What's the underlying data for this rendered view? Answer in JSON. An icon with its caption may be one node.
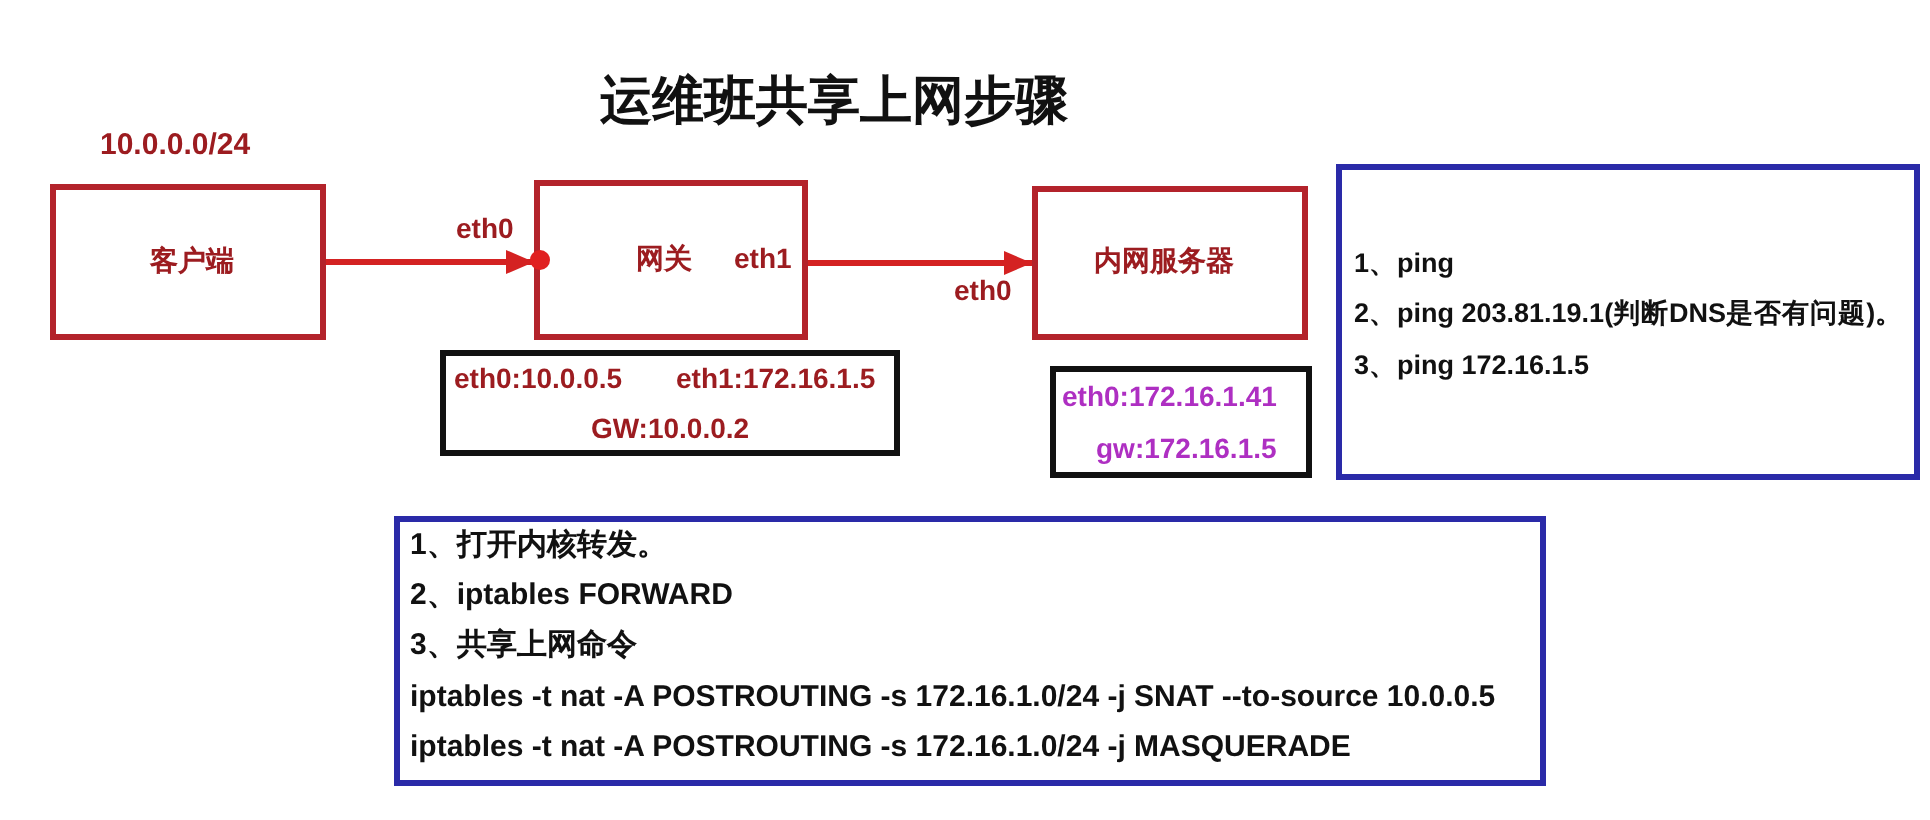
{
  "diagram": {
    "title": "运维班共享上网步骤",
    "nodes": [
      {
        "text": [
          "客户端"
        ],
        "beside": [
          "10.0.0.0/24"
        ]
      },
      {
        "text": [
          "网关",
          "eth1"
        ],
        "beside": [
          "eth0"
        ]
      },
      {
        "text": [
          "内网服务器"
        ],
        "beside": [
          "eth0"
        ]
      },
      {
        "text": [
          "1、ping",
          "2、ping 203.81.19.1(判断DNS是否有问题)。",
          "3、ping 172.16.1.5"
        ]
      },
      {
        "text": [
          "eth0:10.0.0.5",
          "eth1:172.16.1.5",
          "GW:10.0.0.2"
        ]
      },
      {
        "text": [
          "eth0:172.16.1.41",
          "gw:172.16.1.5"
        ]
      },
      {
        "text": [
          "1、打开内核转发。",
          "2、iptables FORWARD",
          "3、共享上网命令",
          "iptables -t nat -A POSTROUTING -s 172.16.1.0/24 -j SNAT --to-source 10.0.0.5",
          "iptables -t nat -A POSTROUTING -s 172.16.1.0/24 -j MASQUERADE"
        ]
      }
    ],
    "edges": [
      {
        "from": 0,
        "to": 1,
        "arrow": "to"
      },
      {
        "from": 1,
        "to": 2,
        "arrow": "to"
      }
    ]
  }
}
